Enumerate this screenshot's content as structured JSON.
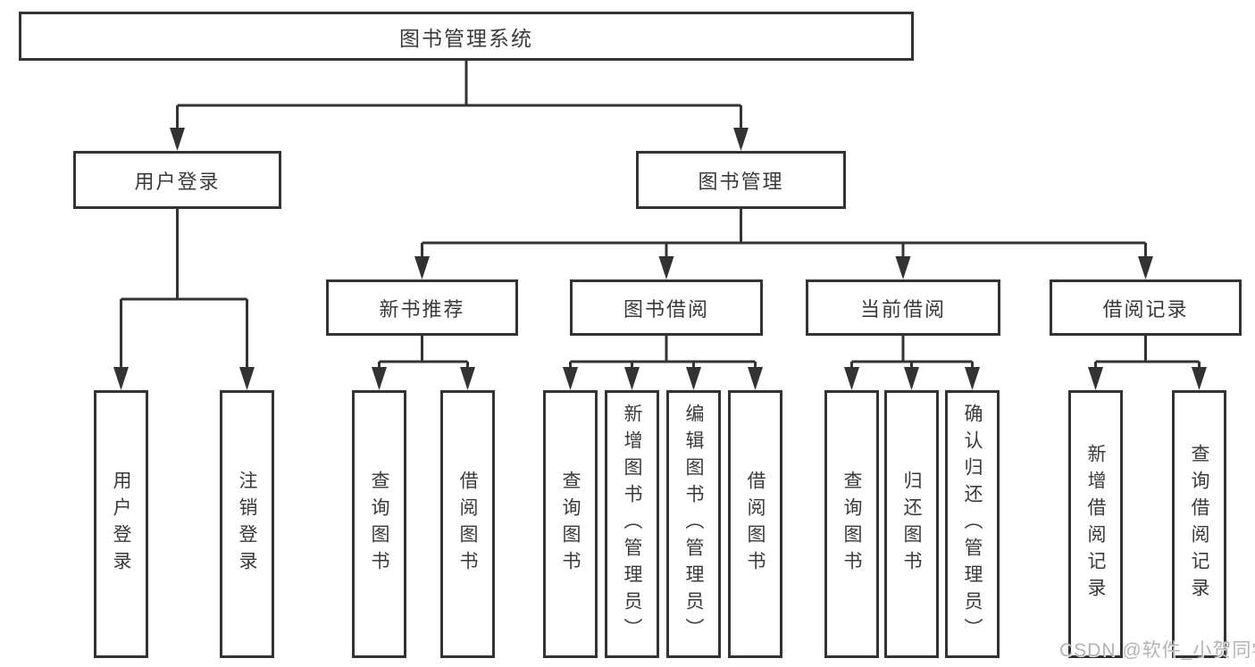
{
  "colors": {
    "line": "#333333",
    "box_border": "#333333",
    "box_fill": "#ffffff",
    "text": "#3a3a3a",
    "watermark": "#b3b3b3",
    "background": "#ffffff"
  },
  "watermark": "CSDN @软件_小贺同学",
  "tree": {
    "root": {
      "label": "图书管理系统"
    },
    "branches": [
      {
        "label": "用户登录",
        "leaves": [
          "用户登录",
          "注销登录"
        ]
      },
      {
        "label": "图书管理",
        "groups": [
          {
            "label": "新书推荐",
            "leaves": [
              "查询图书",
              "借阅图书"
            ]
          },
          {
            "label": "图书借阅",
            "leaves": [
              "查询图书",
              "新增图书（管理员）",
              "编辑图书（管理员）",
              "借阅图书"
            ]
          },
          {
            "label": "当前借阅",
            "leaves": [
              "查询图书",
              "归还图书",
              "确认归还（管理员）"
            ]
          },
          {
            "label": "借阅记录",
            "leaves": [
              "新增借阅记录",
              "查询借阅记录"
            ]
          }
        ]
      }
    ]
  }
}
